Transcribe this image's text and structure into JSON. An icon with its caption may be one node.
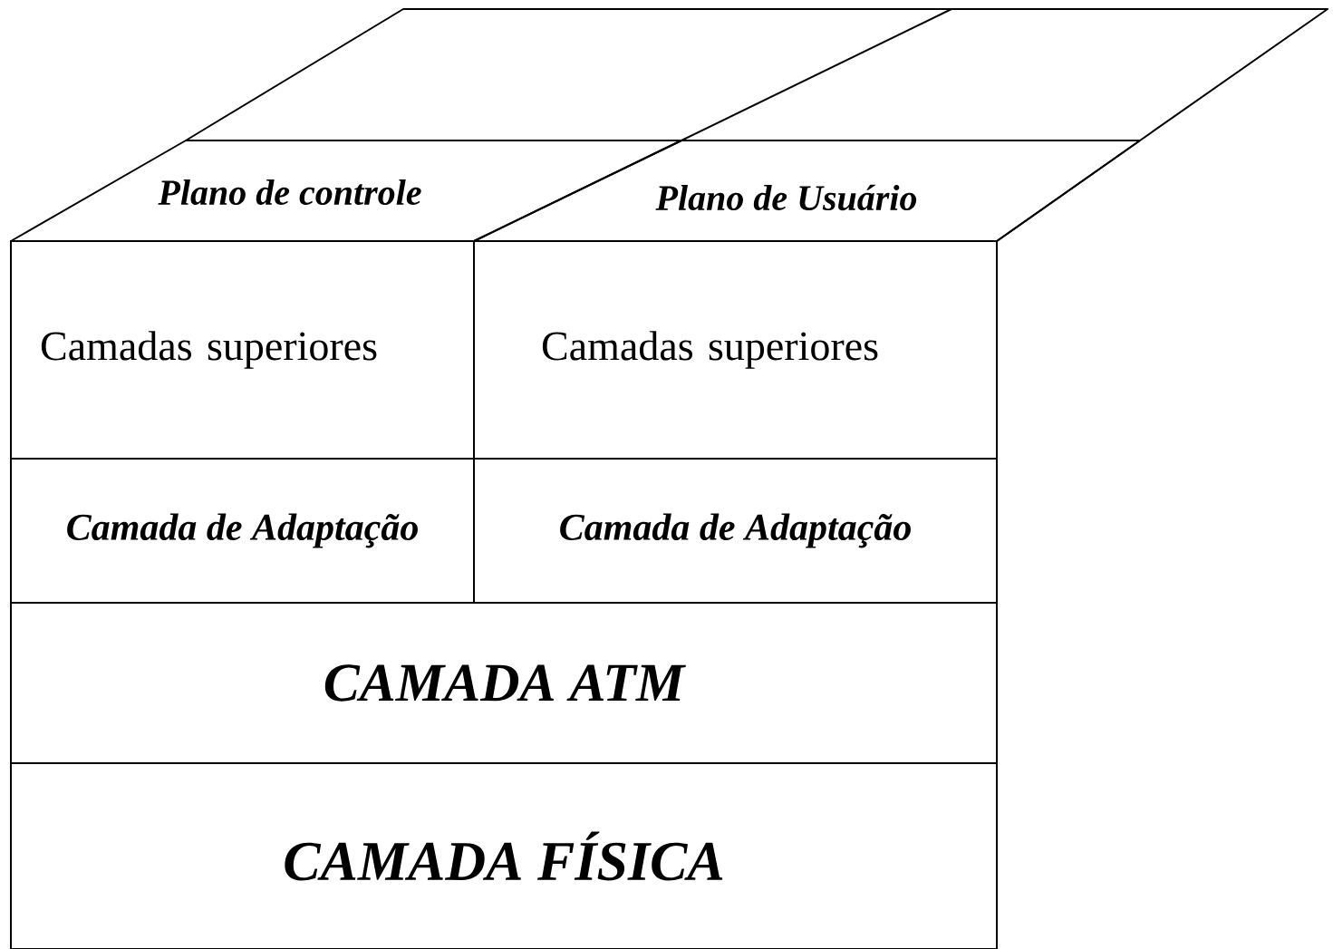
{
  "diagram": {
    "nodes": [
      {
        "text": [
          "Plano de controle"
        ]
      },
      {
        "text": [
          "Plano de Usuário"
        ]
      },
      {
        "text": [
          "Camadas superiores"
        ]
      },
      {
        "text": [
          "Camadas superiores"
        ]
      },
      {
        "text": [
          "Camada de Adaptação"
        ]
      },
      {
        "text": [
          "Camada de Adaptação"
        ]
      },
      {
        "text": [
          "CAMADA ATM"
        ]
      },
      {
        "text": [
          "CAMADA FÍSICA"
        ]
      }
    ]
  }
}
